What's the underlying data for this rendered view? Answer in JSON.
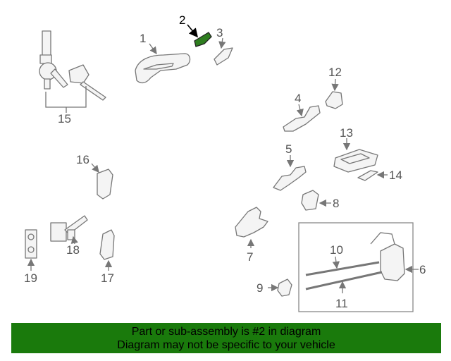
{
  "diagram": {
    "highlight_color": "#2e7d1f",
    "highlighted_part": "2",
    "callouts": [
      "1",
      "2",
      "3",
      "4",
      "5",
      "6",
      "7",
      "8",
      "9",
      "10",
      "11",
      "12",
      "13",
      "14",
      "15",
      "16",
      "17",
      "18",
      "19"
    ]
  },
  "banner": {
    "background": "#1a7a0c",
    "line1": "Part or sub-assembly is #2 in diagram",
    "line2": "Diagram may not be specific to your vehicle"
  }
}
